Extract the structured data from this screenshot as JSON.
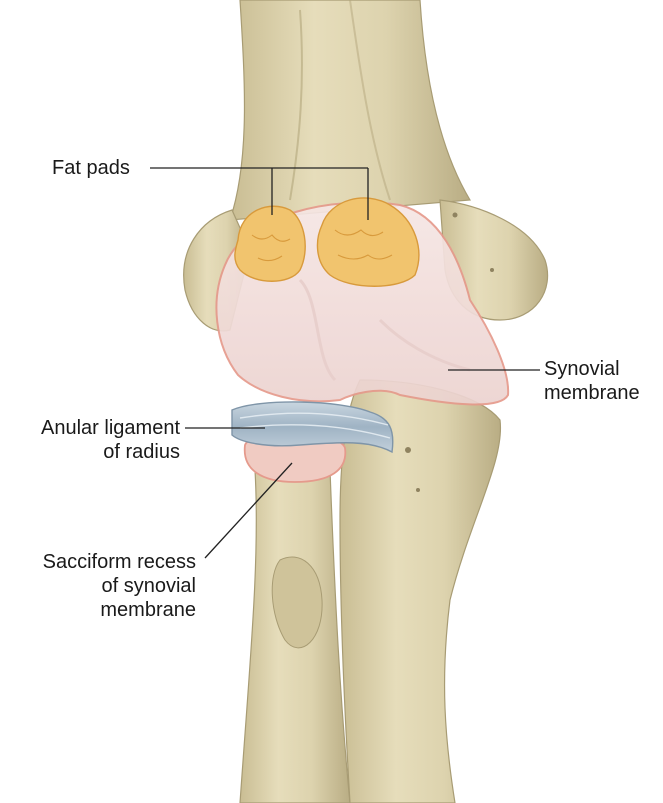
{
  "labels": {
    "fat_pads": "Fat pads",
    "synovial_membrane": [
      "Synovial",
      "membrane"
    ],
    "anular_ligament": [
      "Anular ligament",
      "of radius"
    ],
    "sacciform_recess": [
      "Sacciform recess",
      "of synovial",
      "membrane"
    ]
  },
  "colors": {
    "bone": "#ddd3ae",
    "bone_shadow": "#b9ad84",
    "fat_pad": "#f1c46e",
    "synovial_fill": "#f3dfe0",
    "synovial_edge": "#e59a8c",
    "ligament": "#a9bccb",
    "leader_line": "#222222"
  }
}
